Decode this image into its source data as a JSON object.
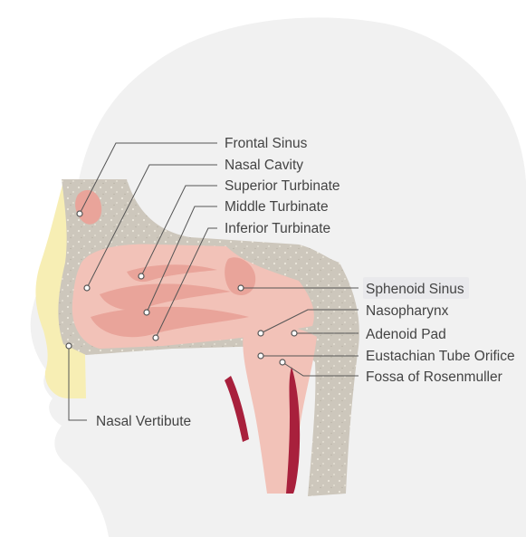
{
  "labels": {
    "frontal_sinus": "Frontal Sinus",
    "nasal_cavity": "Nasal Cavity",
    "superior_turbinate": "Superior Turbinate",
    "middle_turbinate": "Middle Turbinate",
    "inferior_turbinate": "Inferior Turbinate",
    "sphenoid_sinus": "Sphenoid Sinus",
    "nasopharynx": "Nasopharynx",
    "adenoid_pad": "Adenoid Pad",
    "eustachian_tube_orifice": "Eustachian Tube Orifice",
    "fossa_of_rosenmuller": "Fossa of Rosenmuller",
    "nasal_vertibute": "Nasal Vertibute"
  },
  "colors": {
    "skin": "#f1f1f1",
    "bone": "#cdc7bc",
    "fat": "#f7eeb4",
    "mucosa": "#e9a49a",
    "cavity": "#f2c2b8",
    "muscle": "#a8203c",
    "label_text": "#444444",
    "leader_line": "#555555"
  }
}
